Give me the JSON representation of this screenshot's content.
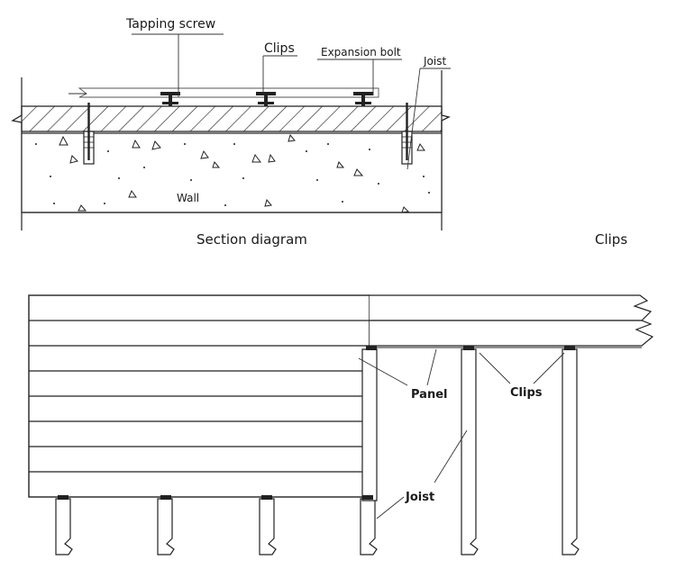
{
  "section": {
    "title": "Section diagram",
    "labels": {
      "tapping_screw": "Tapping screw",
      "clips": "Clips",
      "expansion_bolt": "Expansion bolt",
      "joist": "Joist",
      "wall": "Wall"
    }
  },
  "clips_caption": "Clips",
  "plan": {
    "labels": {
      "panel": "Panel",
      "clips": "Clips",
      "joist": "Joist"
    }
  },
  "colors": {
    "line": "#222222",
    "background": "#ffffff"
  }
}
